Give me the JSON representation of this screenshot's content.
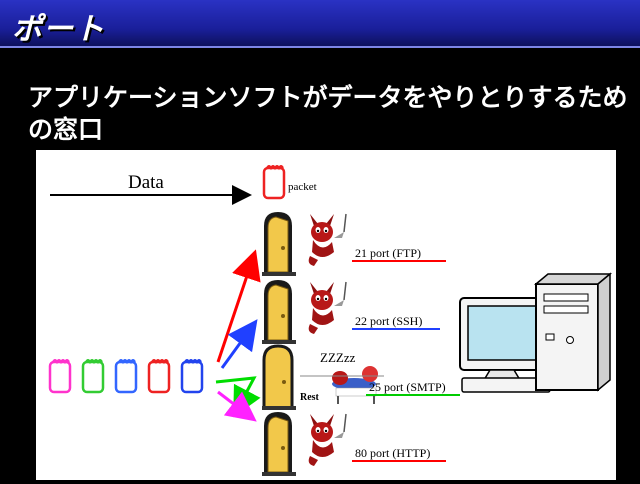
{
  "slide": {
    "title": "ポート",
    "subtitle": "アプリケーションソフトがデータをやりとりするための窓口"
  },
  "diagram": {
    "data_label": "Data",
    "packet_label": "packet",
    "sleep_label": "ZZZzz",
    "rest_label": "Rest",
    "ports": [
      {
        "label": "21 port (FTP)",
        "underline_color": "#ff0000",
        "state": "active"
      },
      {
        "label": "22 port (SSH)",
        "underline_color": "#2040ff",
        "state": "active"
      },
      {
        "label": "25 port (SMTP)",
        "underline_color": "#00cc00",
        "state": "resting"
      },
      {
        "label": "80 port (HTTP)",
        "underline_color": "#ff0000",
        "state": "active"
      }
    ],
    "packet_colors": [
      "#ff33cc",
      "#33cc33",
      "#3366ff",
      "#ee2222",
      "#2244ee"
    ],
    "arrow_colors": [
      "#ff0000",
      "#2040ff",
      "#00dd00",
      "#ff22ff"
    ],
    "icons": [
      "door-icon",
      "daemon-icon",
      "packet-icon",
      "computer-icon"
    ]
  }
}
